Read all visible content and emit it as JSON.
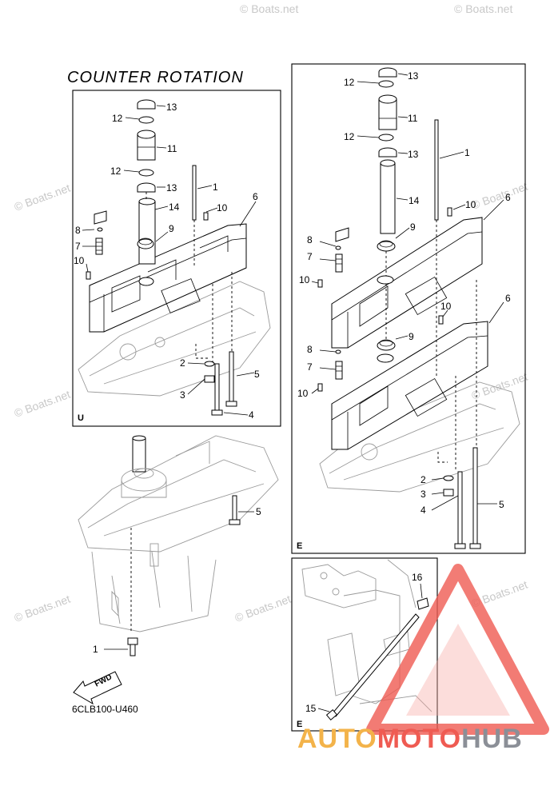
{
  "title": "COUNTER ROTATION",
  "part_code": "6CLB100-U460",
  "watermark": "© Boats.net",
  "brand": {
    "part1": "AUTO",
    "part2": "MOTO",
    "part3": "HUB"
  },
  "fwd_label": "FWD",
  "panels": {
    "upper_left": "U",
    "right_main": "E",
    "bottom_right": "E"
  },
  "callouts": {
    "n1": "1",
    "n2": "2",
    "n3": "3",
    "n4": "4",
    "n5": "5",
    "n6": "6",
    "n7": "7",
    "n8": "8",
    "n9": "9",
    "n10": "10",
    "n11": "11",
    "n12": "12",
    "n13": "13",
    "n14": "14",
    "n15": "15",
    "n16": "16"
  },
  "colors": {
    "brand_orange": "#f3b34a",
    "brand_red": "#ef5b52",
    "brand_gray": "#8b8f97",
    "watermark_triangle": "#ef5b52"
  }
}
